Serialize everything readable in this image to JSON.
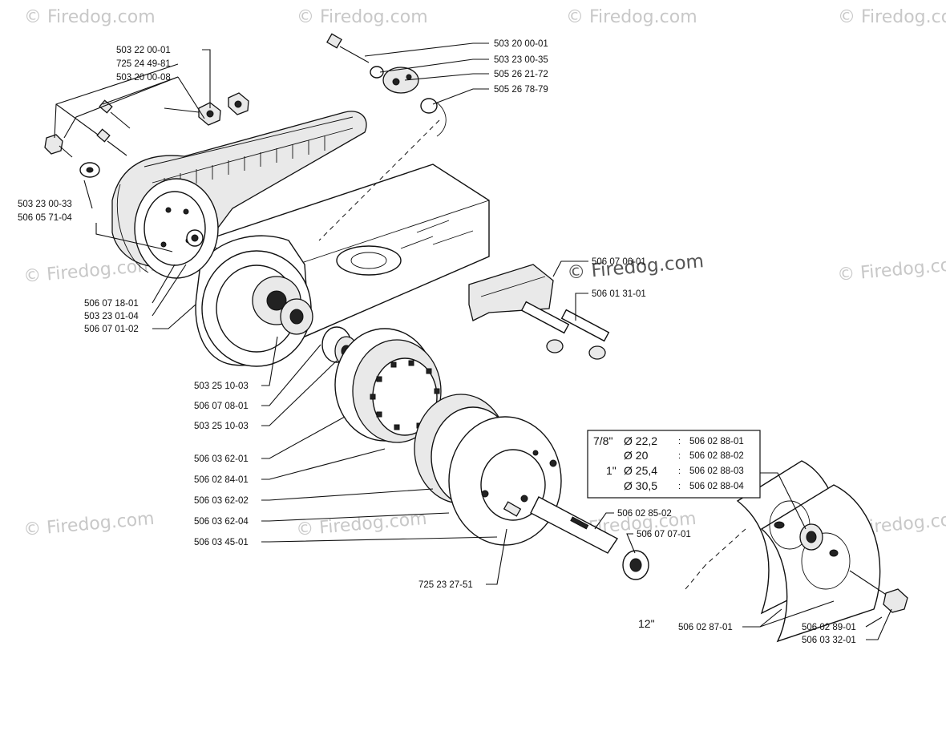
{
  "watermark": "© Firedog.com",
  "callouts": {
    "p1": "503 22 00-01",
    "p2": "725 24 49-81",
    "p3": "503 20 00-08",
    "p4": "503 23 00-33",
    "p5": "506 05 71-04",
    "p6": "506 07 18-01",
    "p7": "503 23 01-04",
    "p8": "506 07 01-02",
    "p9": "503 25 10-03",
    "p10": "506 07 08-01",
    "p11": "503 25 10-03",
    "p12": "506 03 62-01",
    "p13": "506 02 84-01",
    "p14": "506 03 62-02",
    "p15": "506 03 62-04",
    "p16": "506 03 45-01",
    "p17": "725 23 27-51",
    "p18": "503 20 00-01",
    "p19": "503 23 00-35",
    "p20": "505 26 21-72",
    "p21": "505 26 78-79",
    "p22": "506 07 06-01",
    "p23": "506 01 31-01",
    "p24": "506 02 85-02",
    "p25": "506 07 07-01",
    "p26": "506 02 87-01",
    "p27": "506 02 89-01",
    "p28": "506 03 32-01",
    "size": "12\""
  },
  "arbor_table": {
    "rows": [
      {
        "inch": "7/8\"",
        "dia": "Ø 22,2",
        "part": "506 02 88-01"
      },
      {
        "inch": "",
        "dia": "Ø 20",
        "part": "506 02 88-02"
      },
      {
        "inch": "1\"",
        "dia": "Ø 25,4",
        "part": "506 02 88-03"
      },
      {
        "inch": "",
        "dia": "Ø 30,5",
        "part": "506 02 88-04"
      }
    ]
  }
}
